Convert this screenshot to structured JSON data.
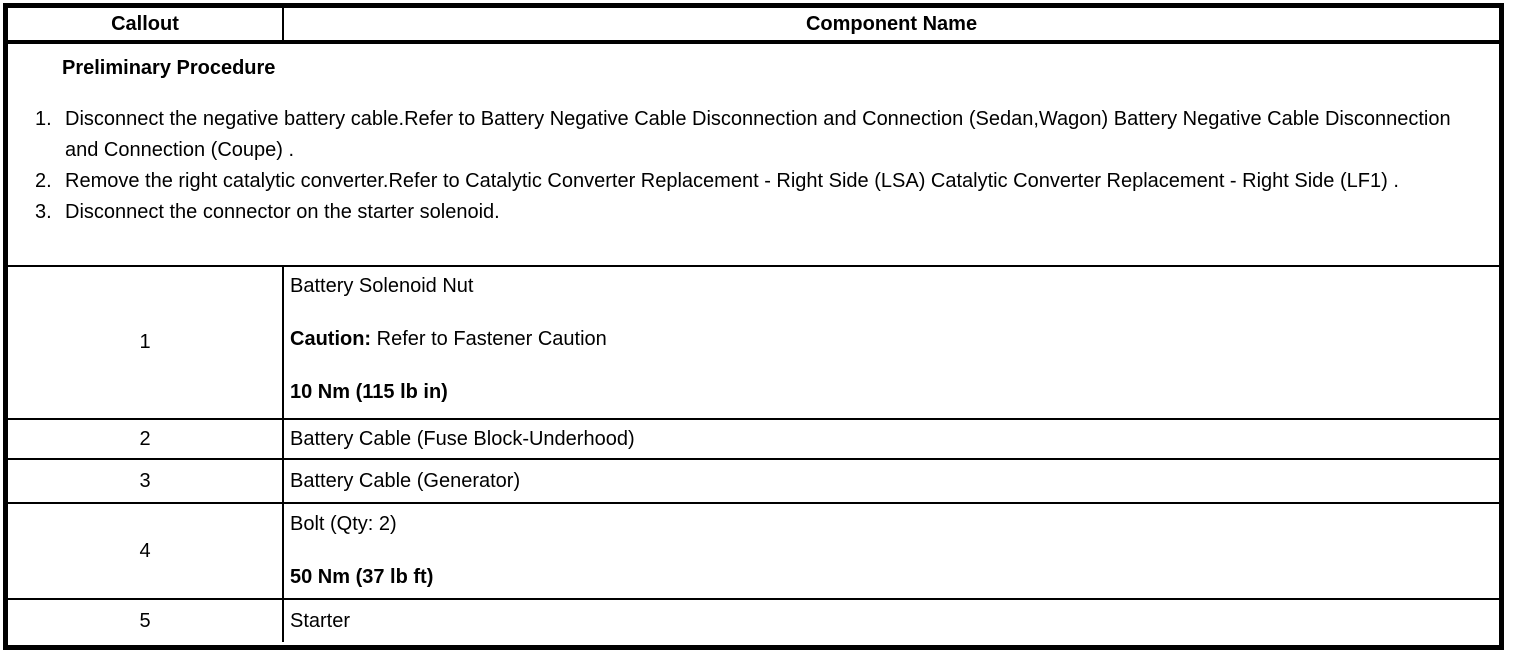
{
  "colors": {
    "border": "#000000",
    "text": "#000000",
    "background": "#ffffff"
  },
  "table": {
    "header": {
      "callout_label": "Callout",
      "component_label": "Component Name"
    },
    "preliminary": {
      "title": "Preliminary Procedure",
      "steps": [
        "Disconnect the negative battery cable.Refer to Battery Negative Cable Disconnection and Connection (Sedan,Wagon) Battery Negative Cable Disconnection and Connection (Coupe) .",
        "Remove the right catalytic converter.Refer to Catalytic Converter Replacement - Right Side (LSA) Catalytic Converter Replacement - Right Side (LF1) .",
        "Disconnect the connector on the starter solenoid."
      ]
    },
    "rows": [
      {
        "callout": "1",
        "name": "Battery Solenoid Nut",
        "caution_label": "Caution:",
        "caution_rest": " Refer to Fastener Caution",
        "torque": "10 Nm (115 lb in)"
      },
      {
        "callout": "2",
        "name": "Battery Cable (Fuse Block-Underhood)"
      },
      {
        "callout": "3",
        "name": "Battery Cable (Generator)"
      },
      {
        "callout": "4",
        "name": "Bolt (Qty: 2)",
        "torque": "50 Nm (37 lb ft)"
      },
      {
        "callout": "5",
        "name": "Starter"
      }
    ]
  }
}
